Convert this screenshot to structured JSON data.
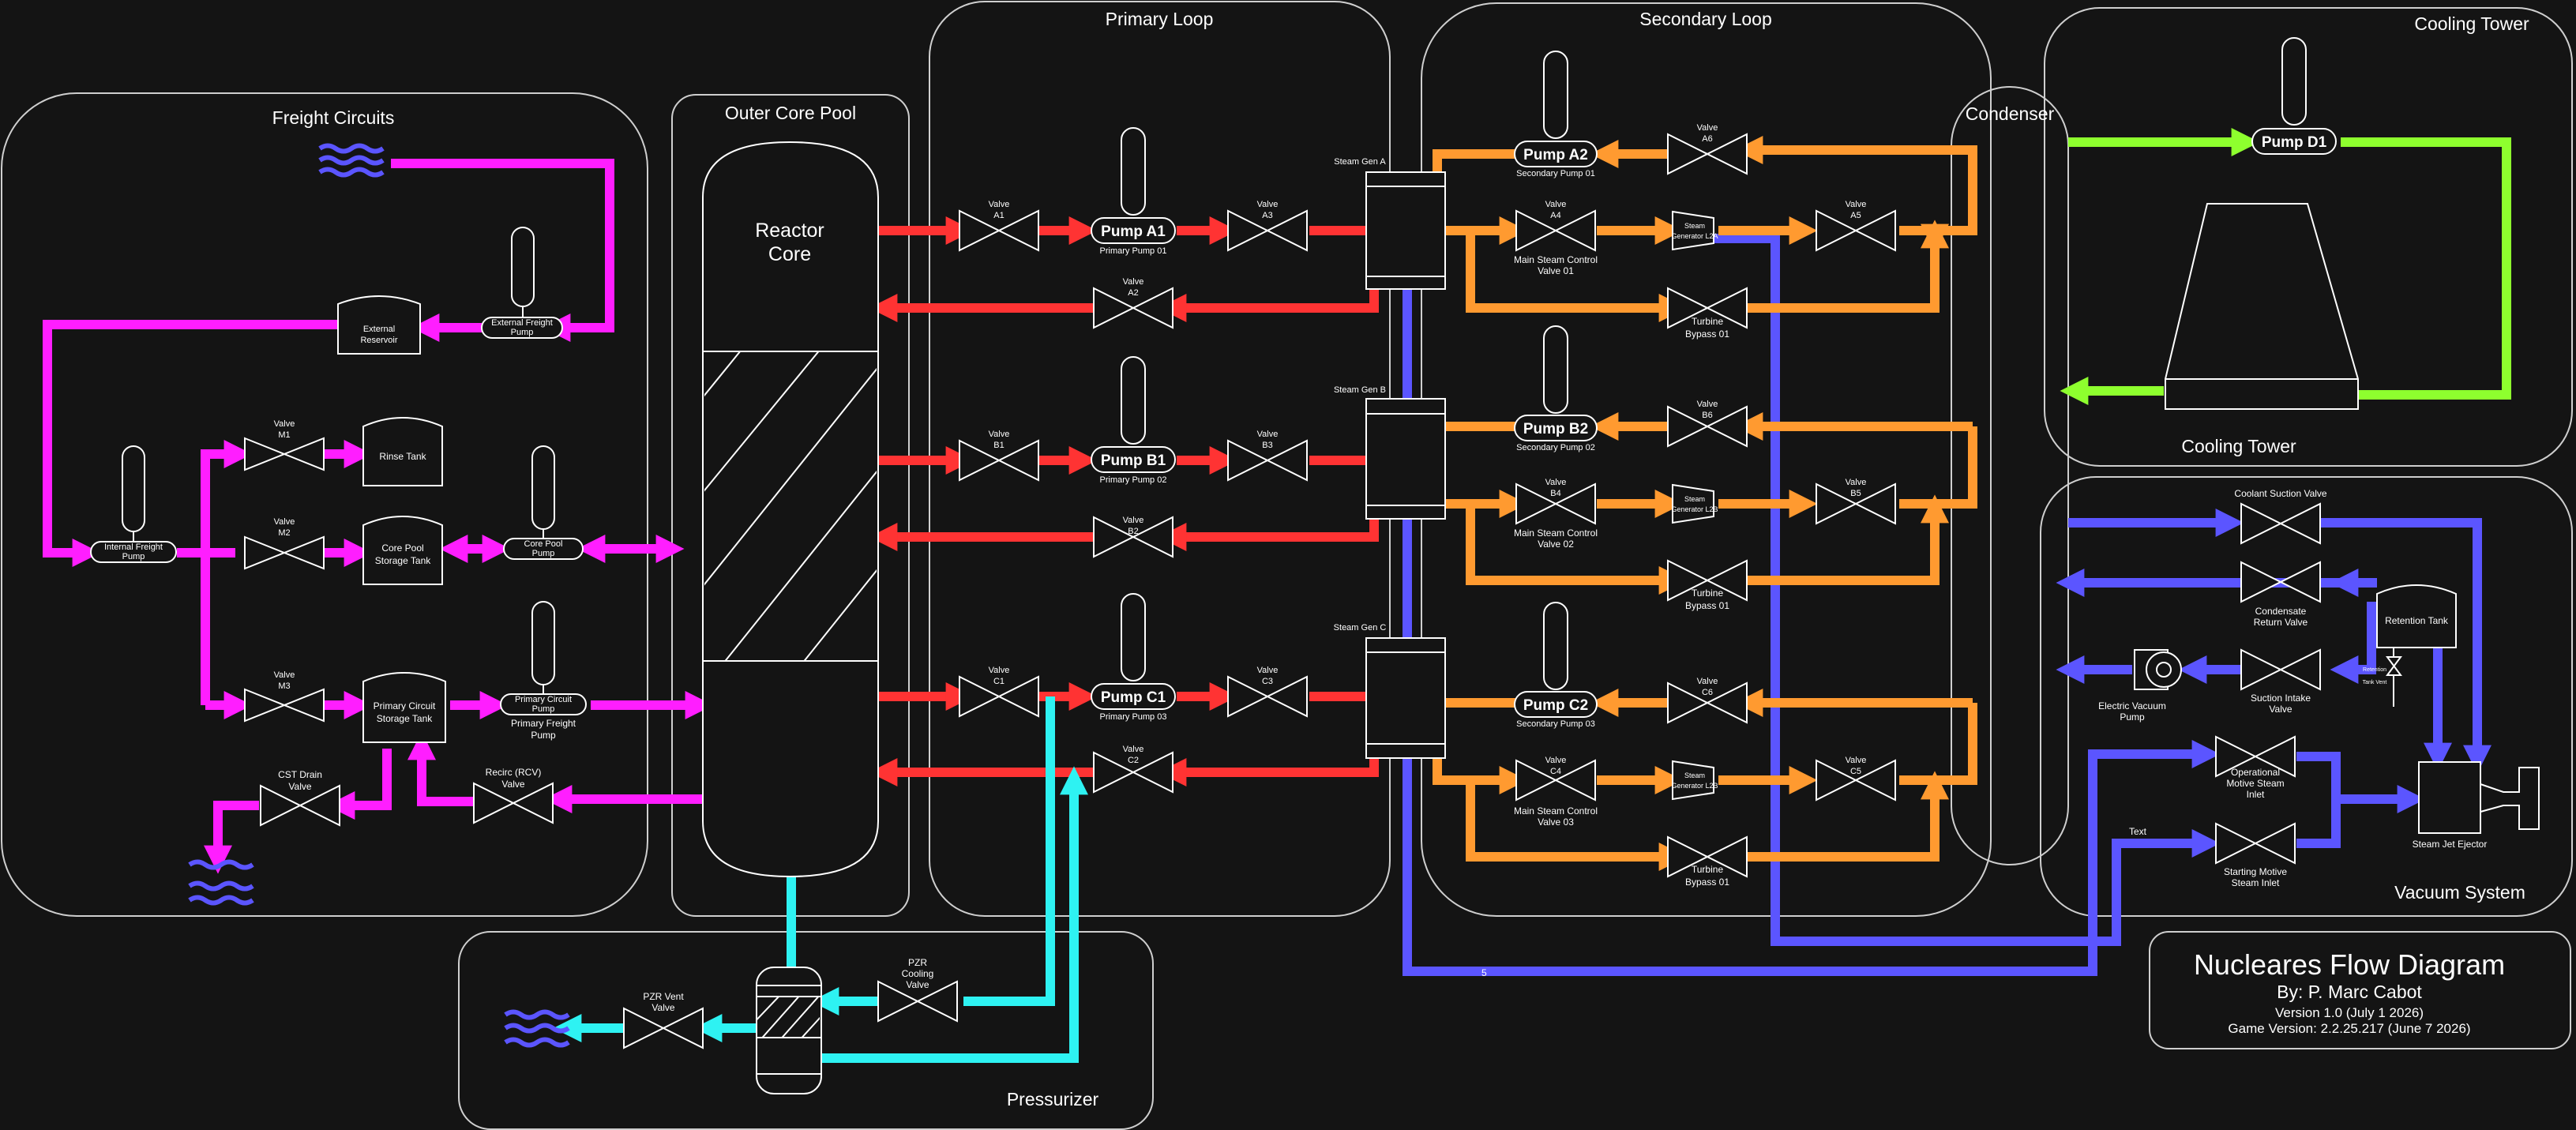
{
  "colors": {
    "background": "#141414",
    "frame": "#cfcfcf",
    "freight": "#ff1eff",
    "primary": "#ff3333",
    "secondary": "#ff9a30",
    "cooling": "#8eff2e",
    "vacuum": "#5b55ff",
    "pressurizer": "#2ef2f2"
  },
  "regions": {
    "freight": "Freight Circuits",
    "outer_pool": "Outer Core Pool",
    "primary": "Primary Loop",
    "secondary": "Secondary Loop",
    "condenser": "Condenser",
    "cooling_top": "Cooling Tower",
    "cooling_bottom": "Cooling Tower",
    "vacuum": "Vacuum System",
    "pressurizer": "Pressurizer"
  },
  "reactor": {
    "line1": "Reactor",
    "line2": "Core"
  },
  "freight": {
    "ext_reservoir": [
      "External",
      "Reservoir"
    ],
    "ext_pump": [
      "External Freight",
      "Pump"
    ],
    "int_pump": [
      "Internal Freight",
      "Pump"
    ],
    "valve_m1": [
      "Valve",
      "M1"
    ],
    "valve_m2": [
      "Valve",
      "M2"
    ],
    "valve_m3": [
      "Valve",
      "M3"
    ],
    "rinse_tank": "Rinse Tank",
    "core_pool_storage": [
      "Core Pool",
      "Storage Tank"
    ],
    "core_pool_pump": [
      "Core Pool",
      "Pump"
    ],
    "primary_storage": [
      "Primary Circuit",
      "Storage Tank"
    ],
    "primary_circuit_pump": [
      "Primary Circuit",
      "Pump"
    ],
    "primary_freight_pump": [
      "Primary Freight",
      "Pump"
    ],
    "cst_drain": [
      "CST Drain",
      "Valve"
    ],
    "recirc": [
      "Recirc (RCV)",
      "Valve"
    ]
  },
  "primary": {
    "rows": [
      {
        "valve_in": [
          "Valve",
          "A1"
        ],
        "pump": "Pump A1",
        "pump_sub": "Primary Pump 01",
        "valve_out": [
          "Valve",
          "A3"
        ],
        "valve_ret": [
          "Valve",
          "A2"
        ],
        "sg": "Steam Gen A"
      },
      {
        "valve_in": [
          "Valve",
          "B1"
        ],
        "pump": "Pump B1",
        "pump_sub": "Primary Pump 02",
        "valve_out": [
          "Valve",
          "B3"
        ],
        "valve_ret": [
          "Valve",
          "B2"
        ],
        "sg": "Steam Gen B"
      },
      {
        "valve_in": [
          "Valve",
          "C1"
        ],
        "pump": "Pump C1",
        "pump_sub": "Primary Pump 03",
        "valve_out": [
          "Valve",
          "C3"
        ],
        "valve_ret": [
          "Valve",
          "C2"
        ],
        "sg": "Steam Gen C"
      }
    ]
  },
  "secondary": {
    "rows": [
      {
        "pump": "Pump A2",
        "pump_sub": "Secondary Pump 01",
        "valve_top": [
          "Valve",
          "A6"
        ],
        "valve_main": [
          "Valve",
          "A4"
        ],
        "main_label": [
          "Main Steam Control",
          "Valve 01"
        ],
        "turbine": [
          "Steam",
          "Generator L2A"
        ],
        "valve_out": [
          "Valve",
          "A5"
        ],
        "bypass": [
          "Turbine",
          "Bypass 01"
        ]
      },
      {
        "pump": "Pump B2",
        "pump_sub": "Secondary Pump 02",
        "valve_top": [
          "Valve",
          "B6"
        ],
        "valve_main": [
          "Valve",
          "B4"
        ],
        "main_label": [
          "Main Steam Control",
          "Valve 02"
        ],
        "turbine": [
          "Steam",
          "Generator L2B"
        ],
        "valve_out": [
          "Valve",
          "B5"
        ],
        "bypass": [
          "Turbine",
          "Bypass 01"
        ]
      },
      {
        "pump": "Pump C2",
        "pump_sub": "Secondary Pump 03",
        "valve_top": [
          "Valve",
          "C6"
        ],
        "valve_main": [
          "Valve",
          "C4"
        ],
        "main_label": [
          "Main Steam Control",
          "Valve 03"
        ],
        "turbine": [
          "Steam",
          "Generator L2B"
        ],
        "valve_out": [
          "Valve",
          "C5"
        ],
        "bypass": [
          "Turbine",
          "Bypass 01"
        ]
      }
    ]
  },
  "cooling": {
    "pump": "Pump D1"
  },
  "vacuum": {
    "coolant_suction": "Coolant Suction Valve",
    "condensate_return": [
      "Condensate",
      "Return Valve"
    ],
    "retention_tank": "Retention Tank",
    "suction_intake": [
      "Suction Intake",
      "Valve"
    ],
    "electric_pump": [
      "Electric Vacuum",
      "Pump"
    ],
    "operational_motive": [
      "Operational",
      "Motive Steam",
      "Inlet"
    ],
    "starting_motive": [
      "Starting Motive",
      "Steam Inlet"
    ],
    "ejector": "Steam Jet Ejector",
    "relief_1": "Retention",
    "relief_2": "Tank Vent",
    "text_label": "Text",
    "number_label": "5"
  },
  "pressurizer": {
    "cooling_valve": [
      "PZR",
      "Cooling",
      "Valve"
    ],
    "vent_valve": [
      "PZR Vent",
      "Valve"
    ]
  },
  "title_block": {
    "title": "Nucleares Flow Diagram",
    "author": "By: P. Marc Cabot",
    "version": "Version 1.0 (July 1 2026)",
    "game_version": "Game Version: 2.2.25.217 (June 7 2026)"
  }
}
